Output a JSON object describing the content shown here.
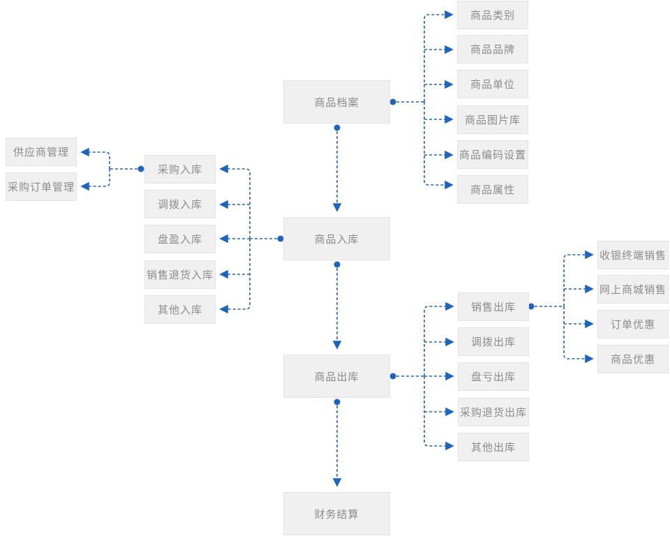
{
  "diagram": {
    "type": "flowchart",
    "colors": {
      "line": "#2166ad",
      "dot": "#1d64c1",
      "arrow": "#1d64c1",
      "node_bg": "#f0f0f0",
      "node_border": "#e4e4e4",
      "node_text": "#8b8b8b",
      "background": "#ffffff"
    },
    "nodes": {
      "product_archive": {
        "label": "商品档案"
      },
      "product_inbound": {
        "label": "商品入库"
      },
      "product_outbound": {
        "label": "商品出库"
      },
      "financial_settlement": {
        "label": "财务结算"
      },
      "product_category": {
        "label": "商品类别"
      },
      "product_brand": {
        "label": "商品品牌"
      },
      "product_unit": {
        "label": "商品单位"
      },
      "product_image_library": {
        "label": "商品图片库"
      },
      "product_code_settings": {
        "label": "商品编码设置"
      },
      "product_attributes": {
        "label": "商品属性"
      },
      "supplier_management": {
        "label": "供应商管理"
      },
      "purchase_order_management": {
        "label": "采购订单管理"
      },
      "purchase_inbound": {
        "label": "采购入库"
      },
      "transfer_inbound": {
        "label": "调拨入库"
      },
      "surplus_inbound": {
        "label": "盘盈入库"
      },
      "sales_return_inbound": {
        "label": "销售退货入库"
      },
      "other_inbound": {
        "label": "其他入库"
      },
      "sales_outbound": {
        "label": "销售出库"
      },
      "transfer_outbound": {
        "label": "调拨出库"
      },
      "loss_outbound": {
        "label": "盘亏出库"
      },
      "purchase_return_outbound": {
        "label": "采购退货出库"
      },
      "other_outbound": {
        "label": "其他出库"
      },
      "pos_terminal_sales": {
        "label": "收银终端销售"
      },
      "online_mall_sales": {
        "label": "网上商城销售"
      },
      "order_discount": {
        "label": "订单优惠"
      },
      "product_discount": {
        "label": "商品优惠"
      }
    },
    "edges": [
      {
        "from": "product_archive",
        "to": "product_category"
      },
      {
        "from": "product_archive",
        "to": "product_brand"
      },
      {
        "from": "product_archive",
        "to": "product_unit"
      },
      {
        "from": "product_archive",
        "to": "product_image_library"
      },
      {
        "from": "product_archive",
        "to": "product_code_settings"
      },
      {
        "from": "product_archive",
        "to": "product_attributes"
      },
      {
        "from": "product_archive",
        "to": "product_inbound"
      },
      {
        "from": "product_inbound",
        "to": "purchase_inbound"
      },
      {
        "from": "product_inbound",
        "to": "transfer_inbound"
      },
      {
        "from": "product_inbound",
        "to": "surplus_inbound"
      },
      {
        "from": "product_inbound",
        "to": "sales_return_inbound"
      },
      {
        "from": "product_inbound",
        "to": "other_inbound"
      },
      {
        "from": "purchase_inbound",
        "to": "supplier_management"
      },
      {
        "from": "purchase_inbound",
        "to": "purchase_order_management"
      },
      {
        "from": "product_inbound",
        "to": "product_outbound"
      },
      {
        "from": "product_outbound",
        "to": "sales_outbound"
      },
      {
        "from": "product_outbound",
        "to": "transfer_outbound"
      },
      {
        "from": "product_outbound",
        "to": "loss_outbound"
      },
      {
        "from": "product_outbound",
        "to": "purchase_return_outbound"
      },
      {
        "from": "product_outbound",
        "to": "other_outbound"
      },
      {
        "from": "sales_outbound",
        "to": "pos_terminal_sales"
      },
      {
        "from": "sales_outbound",
        "to": "online_mall_sales"
      },
      {
        "from": "sales_outbound",
        "to": "order_discount"
      },
      {
        "from": "sales_outbound",
        "to": "product_discount"
      },
      {
        "from": "product_outbound",
        "to": "financial_settlement"
      }
    ]
  }
}
